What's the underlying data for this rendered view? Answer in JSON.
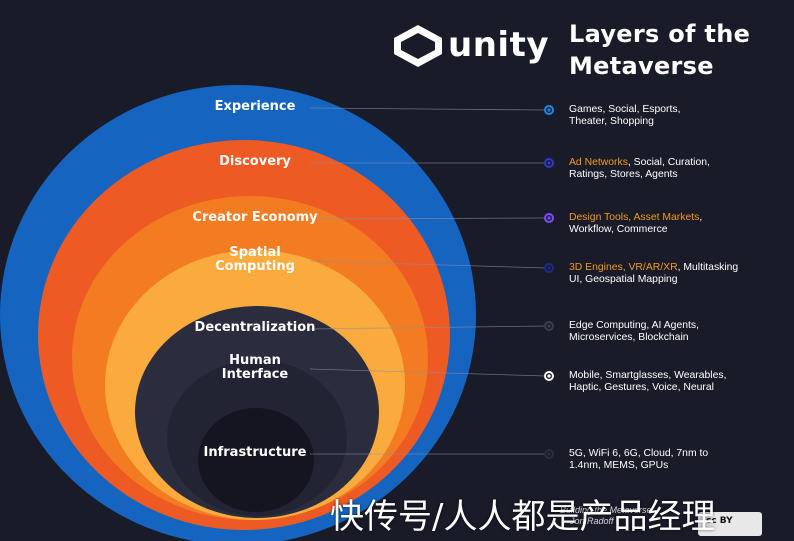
{
  "brand": {
    "logo_text": "unity"
  },
  "title": {
    "line1": "Layers of the",
    "line2": "Metaverse"
  },
  "colors": {
    "background": "#1a1b29",
    "experience": "#1565c0",
    "discovery": "#ee5a24",
    "creator_economy": "#f37b21",
    "spatial_computing": "#fbab3d",
    "decentralization": "#2b2c3d",
    "human_interface": "#222333",
    "infrastructure": "#151521",
    "highlight": "#f39a1e"
  },
  "layers": [
    {
      "key": "experience",
      "label": "Experience",
      "dot": "#1e88e5",
      "lines": [
        [
          {
            "t": "Games, Social, Esports,"
          }
        ],
        [
          {
            "t": "Theater, Shopping"
          }
        ]
      ]
    },
    {
      "key": "discovery",
      "label": "Discovery",
      "dot": "#2e3ac9",
      "lines": [
        [
          {
            "t": "Ad Networks",
            "hl": true
          },
          {
            "t": ", Social, Curation,"
          }
        ],
        [
          {
            "t": "Ratings, Stores, Agents"
          }
        ]
      ]
    },
    {
      "key": "creator_economy",
      "label": "Creator Economy",
      "dot": "#7c4dff",
      "lines": [
        [
          {
            "t": "Design Tools, Asset Markets",
            "hl": true
          },
          {
            "t": ","
          }
        ],
        [
          {
            "t": "Workflow, Commerce"
          }
        ]
      ]
    },
    {
      "key": "spatial_computing",
      "label": "Spatial Computing",
      "label_lines": [
        "Spatial",
        "Computing"
      ],
      "dot": "#1e2a8a",
      "lines": [
        [
          {
            "t": "3D Engines, VR/AR/XR",
            "hl": true
          },
          {
            "t": ", Multitasking"
          }
        ],
        [
          {
            "t": "UI, Geospatial Mapping"
          }
        ]
      ]
    },
    {
      "key": "decentralization",
      "label": "Decentralization",
      "dot": "#3a3c50",
      "lines": [
        [
          {
            "t": "Edge Computing, AI Agents,"
          }
        ],
        [
          {
            "t": "Microservices, Blockchain"
          }
        ]
      ]
    },
    {
      "key": "human_interface",
      "label": "Human Interface",
      "label_lines": [
        "Human",
        "Interface"
      ],
      "dot": "#ffffff",
      "lines": [
        [
          {
            "t": "Mobile, Smartglasses, Wearables,"
          }
        ],
        [
          {
            "t": "Haptic, Gestures, Voice, Neural"
          }
        ]
      ]
    },
    {
      "key": "infrastructure",
      "label": "Infrastructure",
      "dot": "#2b2c3d",
      "lines": [
        [
          {
            "t": "5G, WiFi 6, 6G, Cloud, 7nm to"
          }
        ],
        [
          {
            "t": "1.4nm, MEMS, GPUs"
          }
        ]
      ]
    }
  ],
  "credit": {
    "line1": "Building the Metaverse",
    "line2": "Jon Radoff"
  },
  "license": {
    "badge": "cc BY"
  },
  "watermark": "快传号/人人都是产品经理"
}
